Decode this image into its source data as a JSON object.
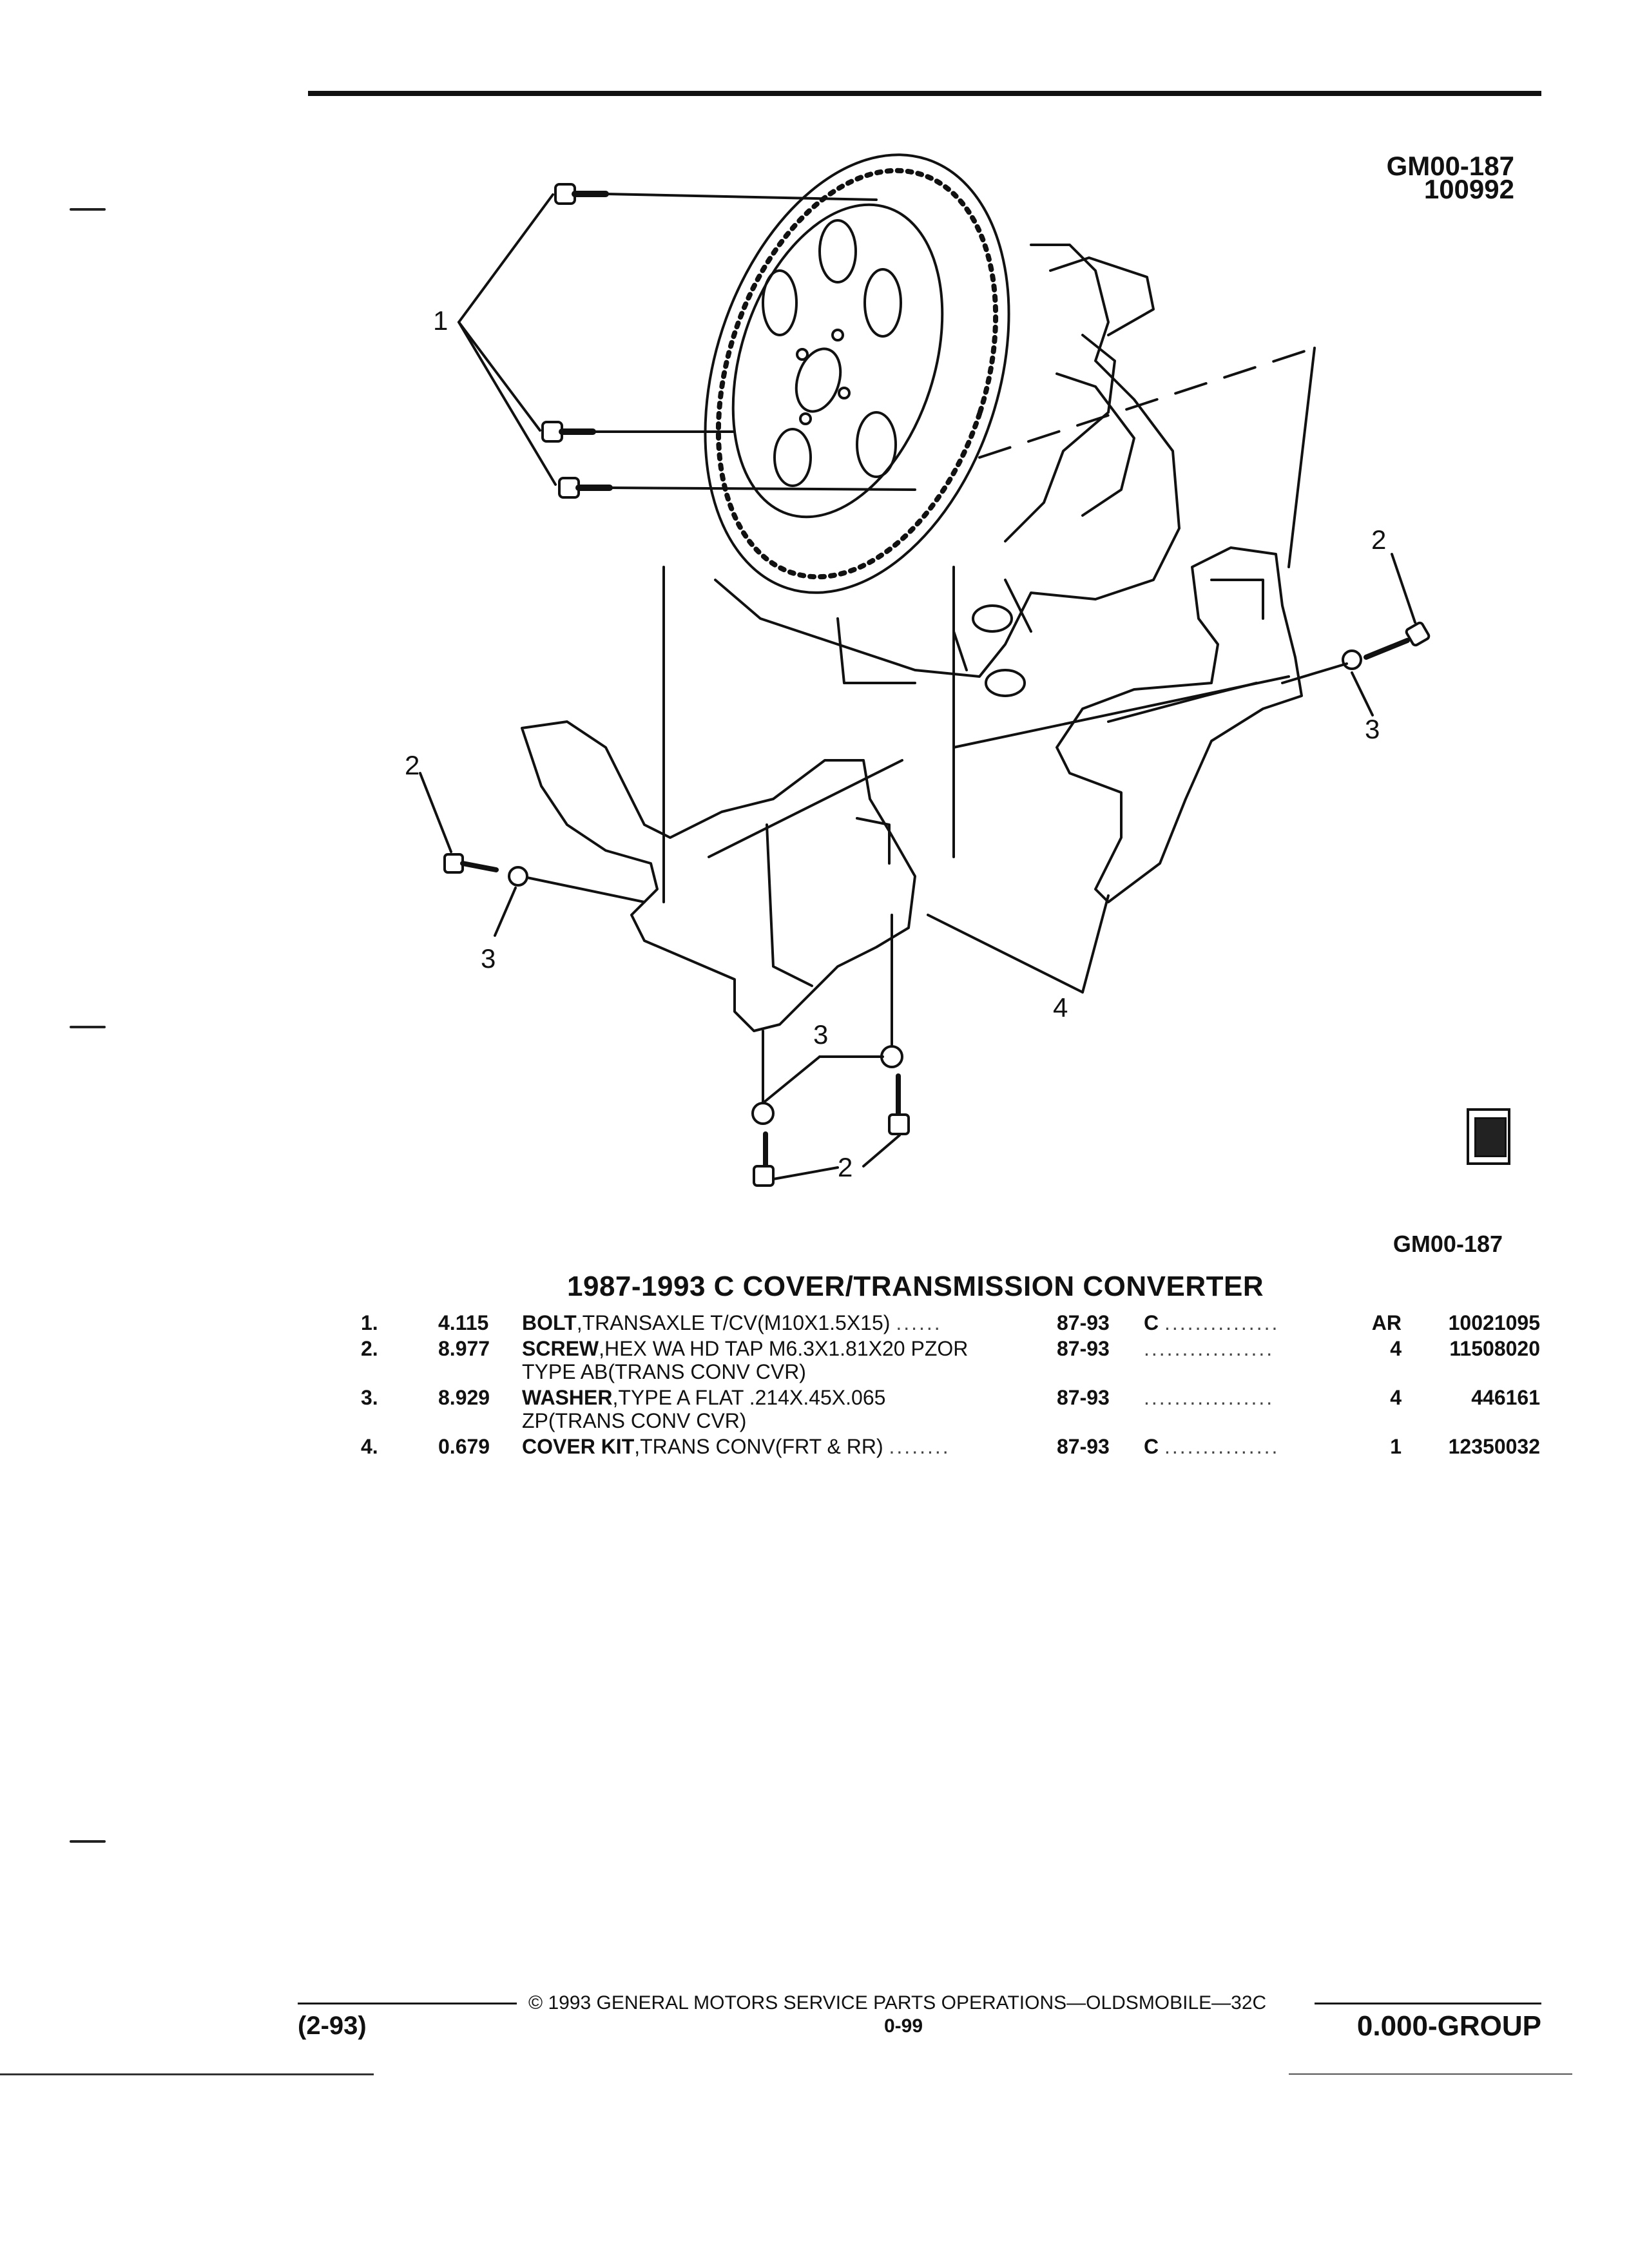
{
  "header": {
    "figure_code": "GM00-187",
    "figure_number": "100992"
  },
  "diagram": {
    "callouts": [
      "1",
      "2",
      "3",
      "2",
      "3",
      "4",
      "3",
      "2"
    ],
    "logo_icon": "gm-parts-logo-icon"
  },
  "figure_code_bottom": "GM00-187",
  "section_title": "1987-1993 C COVER/TRANSMISSION CONVERTER",
  "parts": [
    {
      "no": "1.",
      "code": "4.115",
      "name": "BOLT",
      "desc": ",TRANSAXLE T/CV(M10X1.5X15)",
      "desc2": "",
      "dots": "......",
      "years": "87-93",
      "flag": "C",
      "dots2": "...............",
      "qty": "AR",
      "part_number": "10021095"
    },
    {
      "no": "2.",
      "code": "8.977",
      "name": "SCREW",
      "desc": ",HEX WA HD TAP M6.3X1.81X20 PZOR",
      "desc2": "TYPE AB(TRANS CONV CVR)",
      "dots": "",
      "years": "87-93",
      "flag": "",
      "dots2": ".................",
      "qty": "4",
      "part_number": "11508020"
    },
    {
      "no": "3.",
      "code": "8.929",
      "name": "WASHER",
      "desc": ",TYPE A FLAT .214X.45X.065",
      "desc2": "ZP(TRANS CONV CVR)",
      "dots": "",
      "years": "87-93",
      "flag": "",
      "dots2": ".................",
      "qty": "4",
      "part_number": "446161"
    },
    {
      "no": "4.",
      "code": "0.679",
      "name": "COVER KIT",
      "desc": ",TRANS CONV(FRT & RR)",
      "desc2": "",
      "dots": "........",
      "years": "87-93",
      "flag": "C",
      "dots2": "...............",
      "qty": "1",
      "part_number": "12350032"
    }
  ],
  "footer": {
    "date_code": "(2-93)",
    "copyright": "© 1993 GENERAL MOTORS SERVICE PARTS OPERATIONS—OLDSMOBILE—32C",
    "page": "0-99",
    "group": "0.000-GROUP"
  }
}
